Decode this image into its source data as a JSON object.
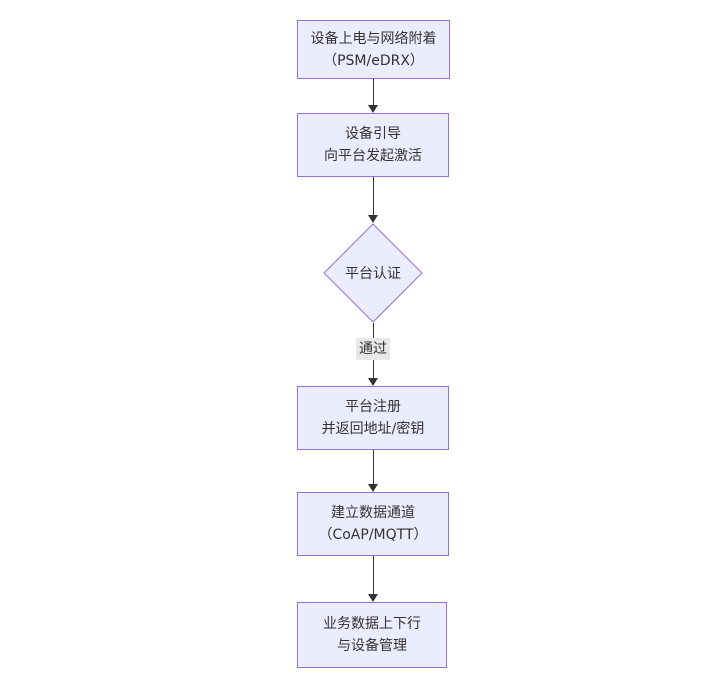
{
  "diagram": {
    "type": "flowchart",
    "direction": "top-down",
    "nodes": [
      {
        "id": "power-attach",
        "shape": "rect",
        "lines": [
          "设备上电与网络附着",
          "（PSM/eDRX）"
        ]
      },
      {
        "id": "bootstrap",
        "shape": "rect",
        "lines": [
          "设备引导",
          "向平台发起激活"
        ]
      },
      {
        "id": "auth",
        "shape": "diamond",
        "lines": [
          "平台认证"
        ]
      },
      {
        "id": "register",
        "shape": "rect",
        "lines": [
          "平台注册",
          "并返回地址/密钥"
        ]
      },
      {
        "id": "channel",
        "shape": "rect",
        "lines": [
          "建立数据通道",
          "（CoAP/MQTT）"
        ]
      },
      {
        "id": "business",
        "shape": "rect",
        "lines": [
          "业务数据上下行",
          "与设备管理"
        ]
      }
    ],
    "edges": [
      {
        "from": "power-attach",
        "to": "bootstrap",
        "label": ""
      },
      {
        "from": "bootstrap",
        "to": "auth",
        "label": ""
      },
      {
        "from": "auth",
        "to": "register",
        "label": "通过"
      },
      {
        "from": "register",
        "to": "channel",
        "label": ""
      },
      {
        "from": "channel",
        "to": "business",
        "label": ""
      }
    ],
    "colors": {
      "node_fill": "#ECECFF",
      "node_border": "#9370DB",
      "edge_line": "#333333",
      "edge_label_bg": "#e8e8e8",
      "text": "#333333"
    }
  }
}
